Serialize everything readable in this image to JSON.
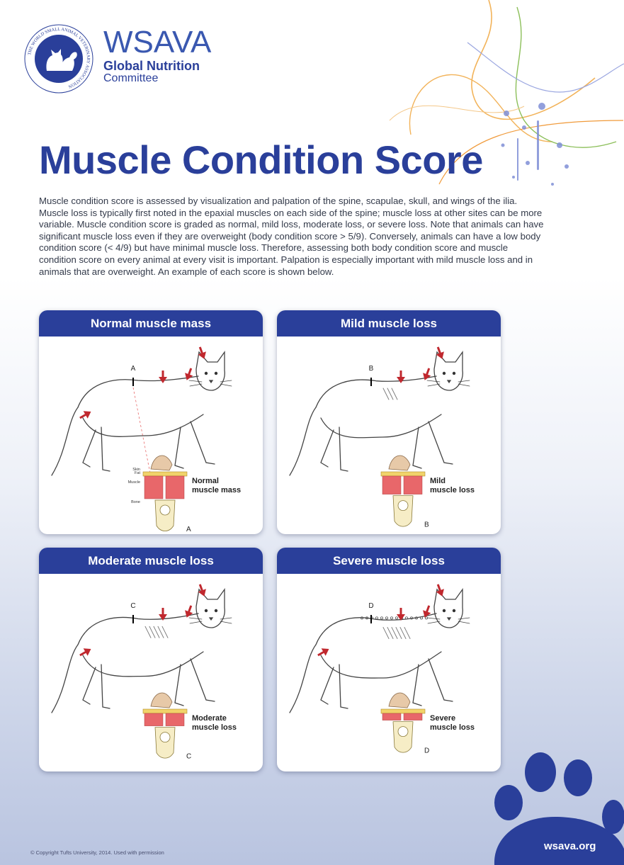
{
  "org": {
    "seal_text": "THE WORLD SMALL ANIMAL VETERINARY ASSOCIATION",
    "name": "WSAVA",
    "line1": "Global Nutrition",
    "line2": "Committee"
  },
  "title": "Muscle Condition Score",
  "intro": "Muscle condition score is assessed by visualization and palpation of the spine, scapulae, skull, and wings of the ilia. Muscle loss is typically first noted in the epaxial muscles on each side of the spine; muscle loss at other sites can be more variable. Muscle condition score is graded as normal, mild loss, moderate loss, or severe loss. Note that animals can have significant muscle loss even if they are overweight (body condition score > 5/9). Conversely, animals can have a low body condition score (< 4/9) but have minimal muscle loss. Therefore, assessing both body condition score and muscle condition score on every animal at every visit is important. Palpation is especially important with mild muscle loss and in animals that are overweight. An example of each score is shown below.",
  "cards": [
    {
      "title": "Normal muscle mass",
      "marker": "A",
      "caption1": "Normal",
      "caption2": "muscle mass"
    },
    {
      "title": "Mild muscle loss",
      "marker": "B",
      "caption1": "Mild",
      "caption2": "muscle loss"
    },
    {
      "title": "Moderate muscle loss",
      "marker": "C",
      "caption1": "Moderate",
      "caption2": "muscle loss"
    },
    {
      "title": "Severe muscle loss",
      "marker": "D",
      "caption1": "Severe",
      "caption2": "muscle loss"
    }
  ],
  "tissue_labels": {
    "skin": "Skin",
    "fat": "Fat",
    "muscle": "Muscle",
    "bone": "Bone"
  },
  "muscle_level": {
    "normal": 1.0,
    "mild": 0.8,
    "moderate": 0.55,
    "severe": 0.3
  },
  "colors": {
    "brand_blue": "#2a3f9a",
    "muscle_red": "#e8676a",
    "arrow_red": "#c0282e",
    "fat_yellow": "#f1d36a"
  },
  "footer": {
    "copyright": "© Copyright Tufts University, 2014. Used with permission",
    "site": "wsava.org"
  }
}
